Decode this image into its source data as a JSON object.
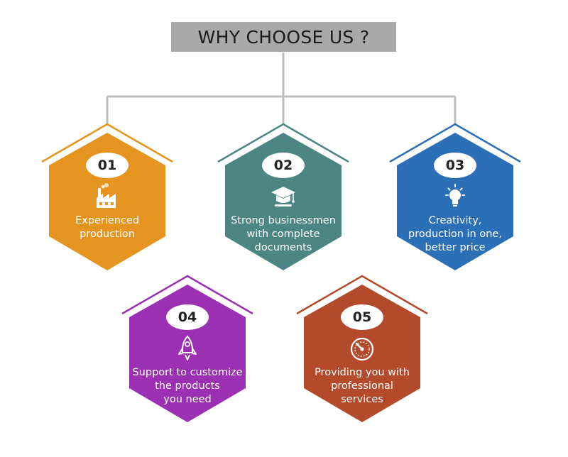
{
  "title": "WHY CHOOSE US ?",
  "colors": {
    "connector": "#bdbdbd",
    "title_bg": "#a9a9a9"
  },
  "items": [
    {
      "number": "01",
      "icon": "factory-icon",
      "color": "#e5951f",
      "lines": [
        "Experienced",
        "production"
      ]
    },
    {
      "number": "02",
      "icon": "graduation-cap-icon",
      "color": "#4b8683",
      "lines": [
        "Strong businessmen",
        "with complete",
        "documents"
      ]
    },
    {
      "number": "03",
      "icon": "lightbulb-icon",
      "color": "#2b70b7",
      "lines": [
        "Creativity,",
        "production in one,",
        "better price"
      ]
    },
    {
      "number": "04",
      "icon": "rocket-icon",
      "color": "#9b30b3",
      "lines": [
        "Support to customize",
        "the products",
        "you need"
      ]
    },
    {
      "number": "05",
      "icon": "gauge-icon",
      "color": "#b34a2c",
      "lines": [
        "Providing you with",
        "professional",
        "services"
      ]
    }
  ]
}
